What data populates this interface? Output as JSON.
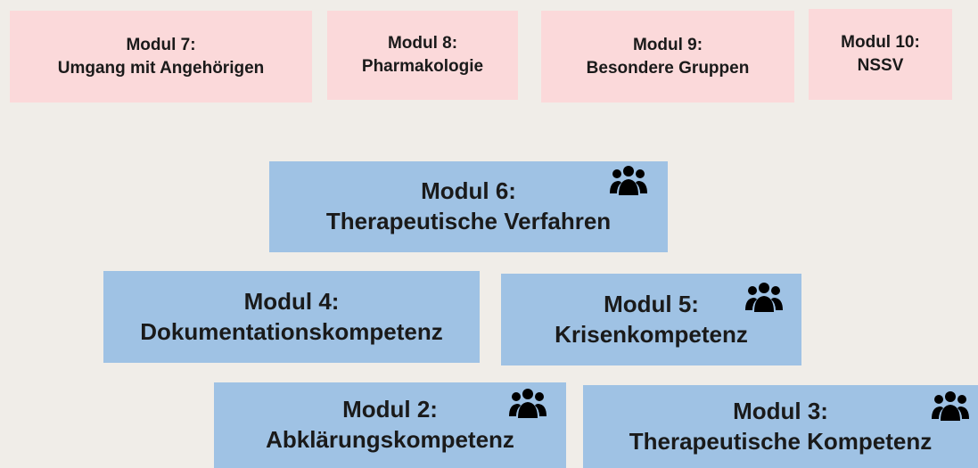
{
  "modules": {
    "m7": {
      "number": "Modul 7:",
      "title": "Umgang mit Angehörigen"
    },
    "m8": {
      "number": "Modul 8:",
      "title": "Pharmakologie"
    },
    "m9": {
      "number": "Modul 9:",
      "title": "Besondere Gruppen"
    },
    "m10": {
      "number": "Modul 10:",
      "title": "NSSV"
    },
    "m6": {
      "number": "Modul 6:",
      "title": "Therapeutische Verfahren",
      "icon": "group-icon"
    },
    "m4": {
      "number": "Modul 4:",
      "title": "Dokumentationskompetenz"
    },
    "m5": {
      "number": "Modul 5:",
      "title": "Krisenkompetenz",
      "icon": "group-icon"
    },
    "m2": {
      "number": "Modul 2:",
      "title": "Abklärungskompetenz",
      "icon": "group-icon"
    },
    "m3": {
      "number": "Modul 3:",
      "title": "Therapeutische Kompetenz",
      "icon": "group-icon"
    }
  },
  "colors": {
    "background": "#f0ede8",
    "optional_module": "#fbd9da",
    "core_module": "#9fc2e4",
    "text": "#1a1a1a"
  }
}
